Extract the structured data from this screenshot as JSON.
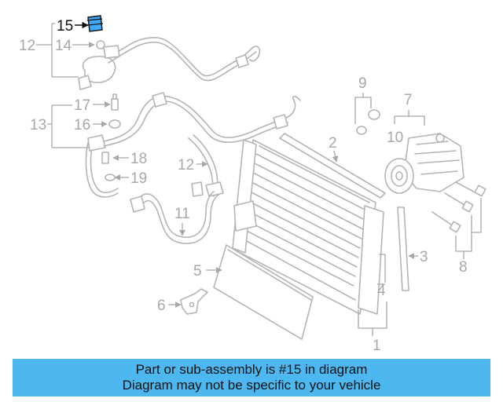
{
  "diagram": {
    "highlight_color": "#3fa9f5",
    "callouts": {
      "c1": "1",
      "c2": "2",
      "c3": "3",
      "c4": "4",
      "c5": "5",
      "c6": "6",
      "c7": "7",
      "c8": "8",
      "c9": "9",
      "c10": "10",
      "c11": "11",
      "c12a": "12",
      "c12b": "12",
      "c13": "13",
      "c14": "14",
      "c15": "15",
      "c16": "16",
      "c17": "17",
      "c18": "18",
      "c19": "19"
    }
  },
  "banner": {
    "line1": "Part or sub-assembly is #15 in diagram",
    "line2": "Diagram may not be specific to your vehicle",
    "background": "#4db8f0"
  }
}
